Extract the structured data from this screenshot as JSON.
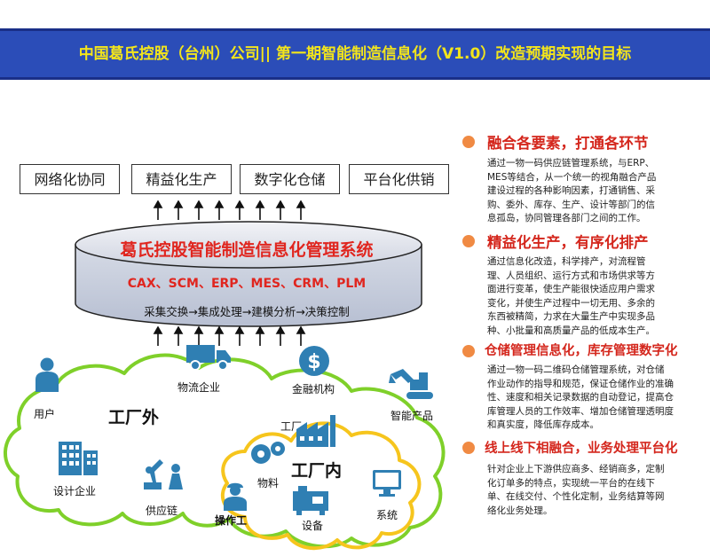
{
  "header": {
    "title": "中国葛氏控股（台州）公司|| 第一期智能制造信息化（V1.0）改造预期实现的目标"
  },
  "goals_top": [
    "网络化协同",
    "精益化生产",
    "数字化仓储",
    "平台化供销"
  ],
  "platform": {
    "title": "葛氏控股智能制造信息化管理系统",
    "systems": "CAX、SCM、ERP、MES、CRM、PLM",
    "flow": "采集交换→集成处理→建模分析→决策控制"
  },
  "outer_zone": {
    "label": "工厂外",
    "nodes": [
      "用户",
      "物流企业",
      "金融机构",
      "智能产品",
      "设计企业",
      "供应链"
    ]
  },
  "inner_zone": {
    "label": "工厂内",
    "nodes": [
      "工厂",
      "物料",
      "操作工",
      "设备",
      "系统"
    ]
  },
  "goals": [
    {
      "heading": "融合各要素，打通各环节",
      "lines": [
        "通过一物一码供应链管理系统，与ERP、",
        "MES等结合，从一个统一的视角融合产品",
        "建设过程的各种影响因素，打通销售、采",
        "购、委外、库存、生产、设计等部门的信",
        "息孤岛，协同管理各部门之间的工作。"
      ]
    },
    {
      "heading": "精益化生产，有序化排产",
      "lines": [
        "通过信息化改造，科学排产，对流程管",
        "理、人员组织、运行方式和市场供求等方",
        "面进行变革，使生产能很快适应用户需求",
        "变化，并使生产过程中一切无用、多余的",
        "东西被精简，力求在大量生产中实现多品",
        "种、小批量和高质量产品的低成本生产。"
      ]
    },
    {
      "heading": "仓储管理信息化，库存管理数字化",
      "lines": [
        "通过一物一码二维码仓储管理系统，对仓储",
        "作业动作的指导和规范，保证仓储作业的准确",
        "性、速度和相关记录数据的自动登记，提高仓",
        "库管理人员的工作效率、增加仓储管理透明度",
        "和真实度，降低库存成本。"
      ]
    },
    {
      "heading": "线上线下相融合，业务处理平台化",
      "lines": [
        "针对企业上下游供应商多、经销商多，定制",
        "化订单多的特点，实现统一平台的在线下",
        "单、在线交付、个性化定制，业务结算等网",
        "络化业务处理。"
      ]
    }
  ],
  "colors": {
    "header_bg": "#2b4db8",
    "header_text": "#f3e51b",
    "accent_red": "#d4261c",
    "cloud_green": "#7fd02a",
    "cloud_yellow": "#f6c51d",
    "icon_blue": "#2f7fb3",
    "bullet_orange": "#f08a43"
  },
  "icons": [
    "user-icon",
    "truck-icon",
    "dollar-coin-icon",
    "excavator-icon",
    "office-building-icon",
    "robot-arm-icon",
    "factory-icon",
    "gears-icon",
    "worker-icon",
    "machine-icon",
    "monitor-icon"
  ]
}
